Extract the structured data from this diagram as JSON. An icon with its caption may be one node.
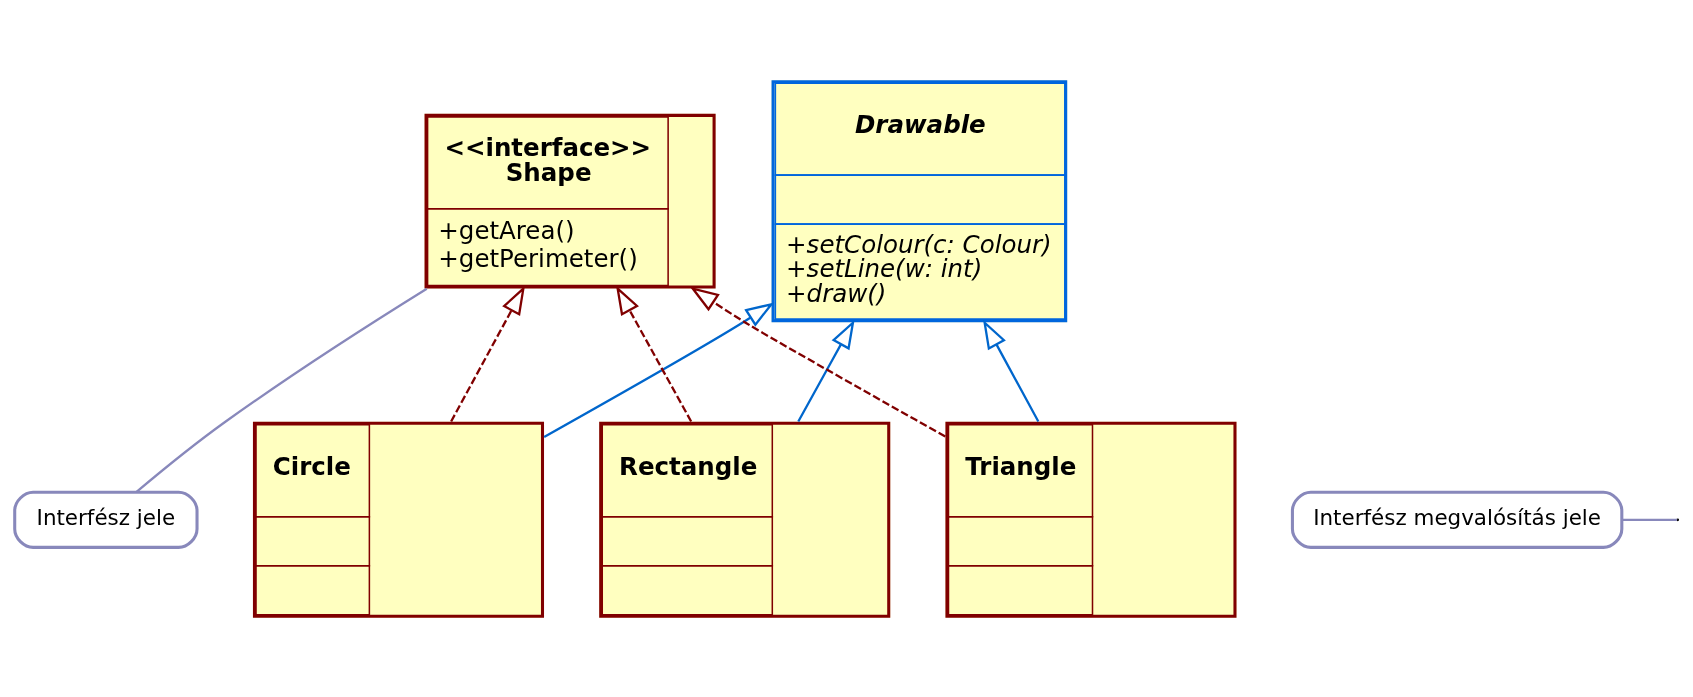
{
  "diagram": {
    "nodes": [
      {
        "text": [
          "Interfész jele"
        ]
      },
      {
        "text": [
          "<<interface>>",
          "Shape",
          "+getArea()",
          "+getPerimeter()"
        ]
      },
      {
        "text": [
          "Drawable",
          "+setColour(c: Colour)",
          "+setLine(w: int)",
          "+draw()"
        ]
      },
      {
        "text": [
          "Interfész megvalósítás jele"
        ]
      },
      {
        "text": [
          "Circle"
        ]
      },
      {
        "text": [
          "Rectangle"
        ]
      },
      {
        "text": [
          "Triangle"
        ]
      }
    ],
    "edges": [
      {
        "from": 0,
        "to": 1,
        "arrow": "none",
        "color": "#8888bb"
      },
      {
        "from": 3,
        "to": null,
        "arrow": "none",
        "color": "#8888bb"
      },
      {
        "from": 4,
        "to": 1,
        "arrow": "to",
        "style": "dashed",
        "color": "#800000"
      },
      {
        "from": 5,
        "to": 1,
        "arrow": "to",
        "style": "dashed",
        "color": "#800000"
      },
      {
        "from": 6,
        "to": 1,
        "arrow": "to",
        "style": "dashed",
        "color": "#800000"
      },
      {
        "from": 4,
        "to": 2,
        "arrow": "to",
        "color": "#0066cc"
      },
      {
        "from": 5,
        "to": 2,
        "arrow": "to",
        "color": "#0066cc"
      },
      {
        "from": 6,
        "to": 2,
        "arrow": "to",
        "color": "#0066cc"
      }
    ]
  }
}
